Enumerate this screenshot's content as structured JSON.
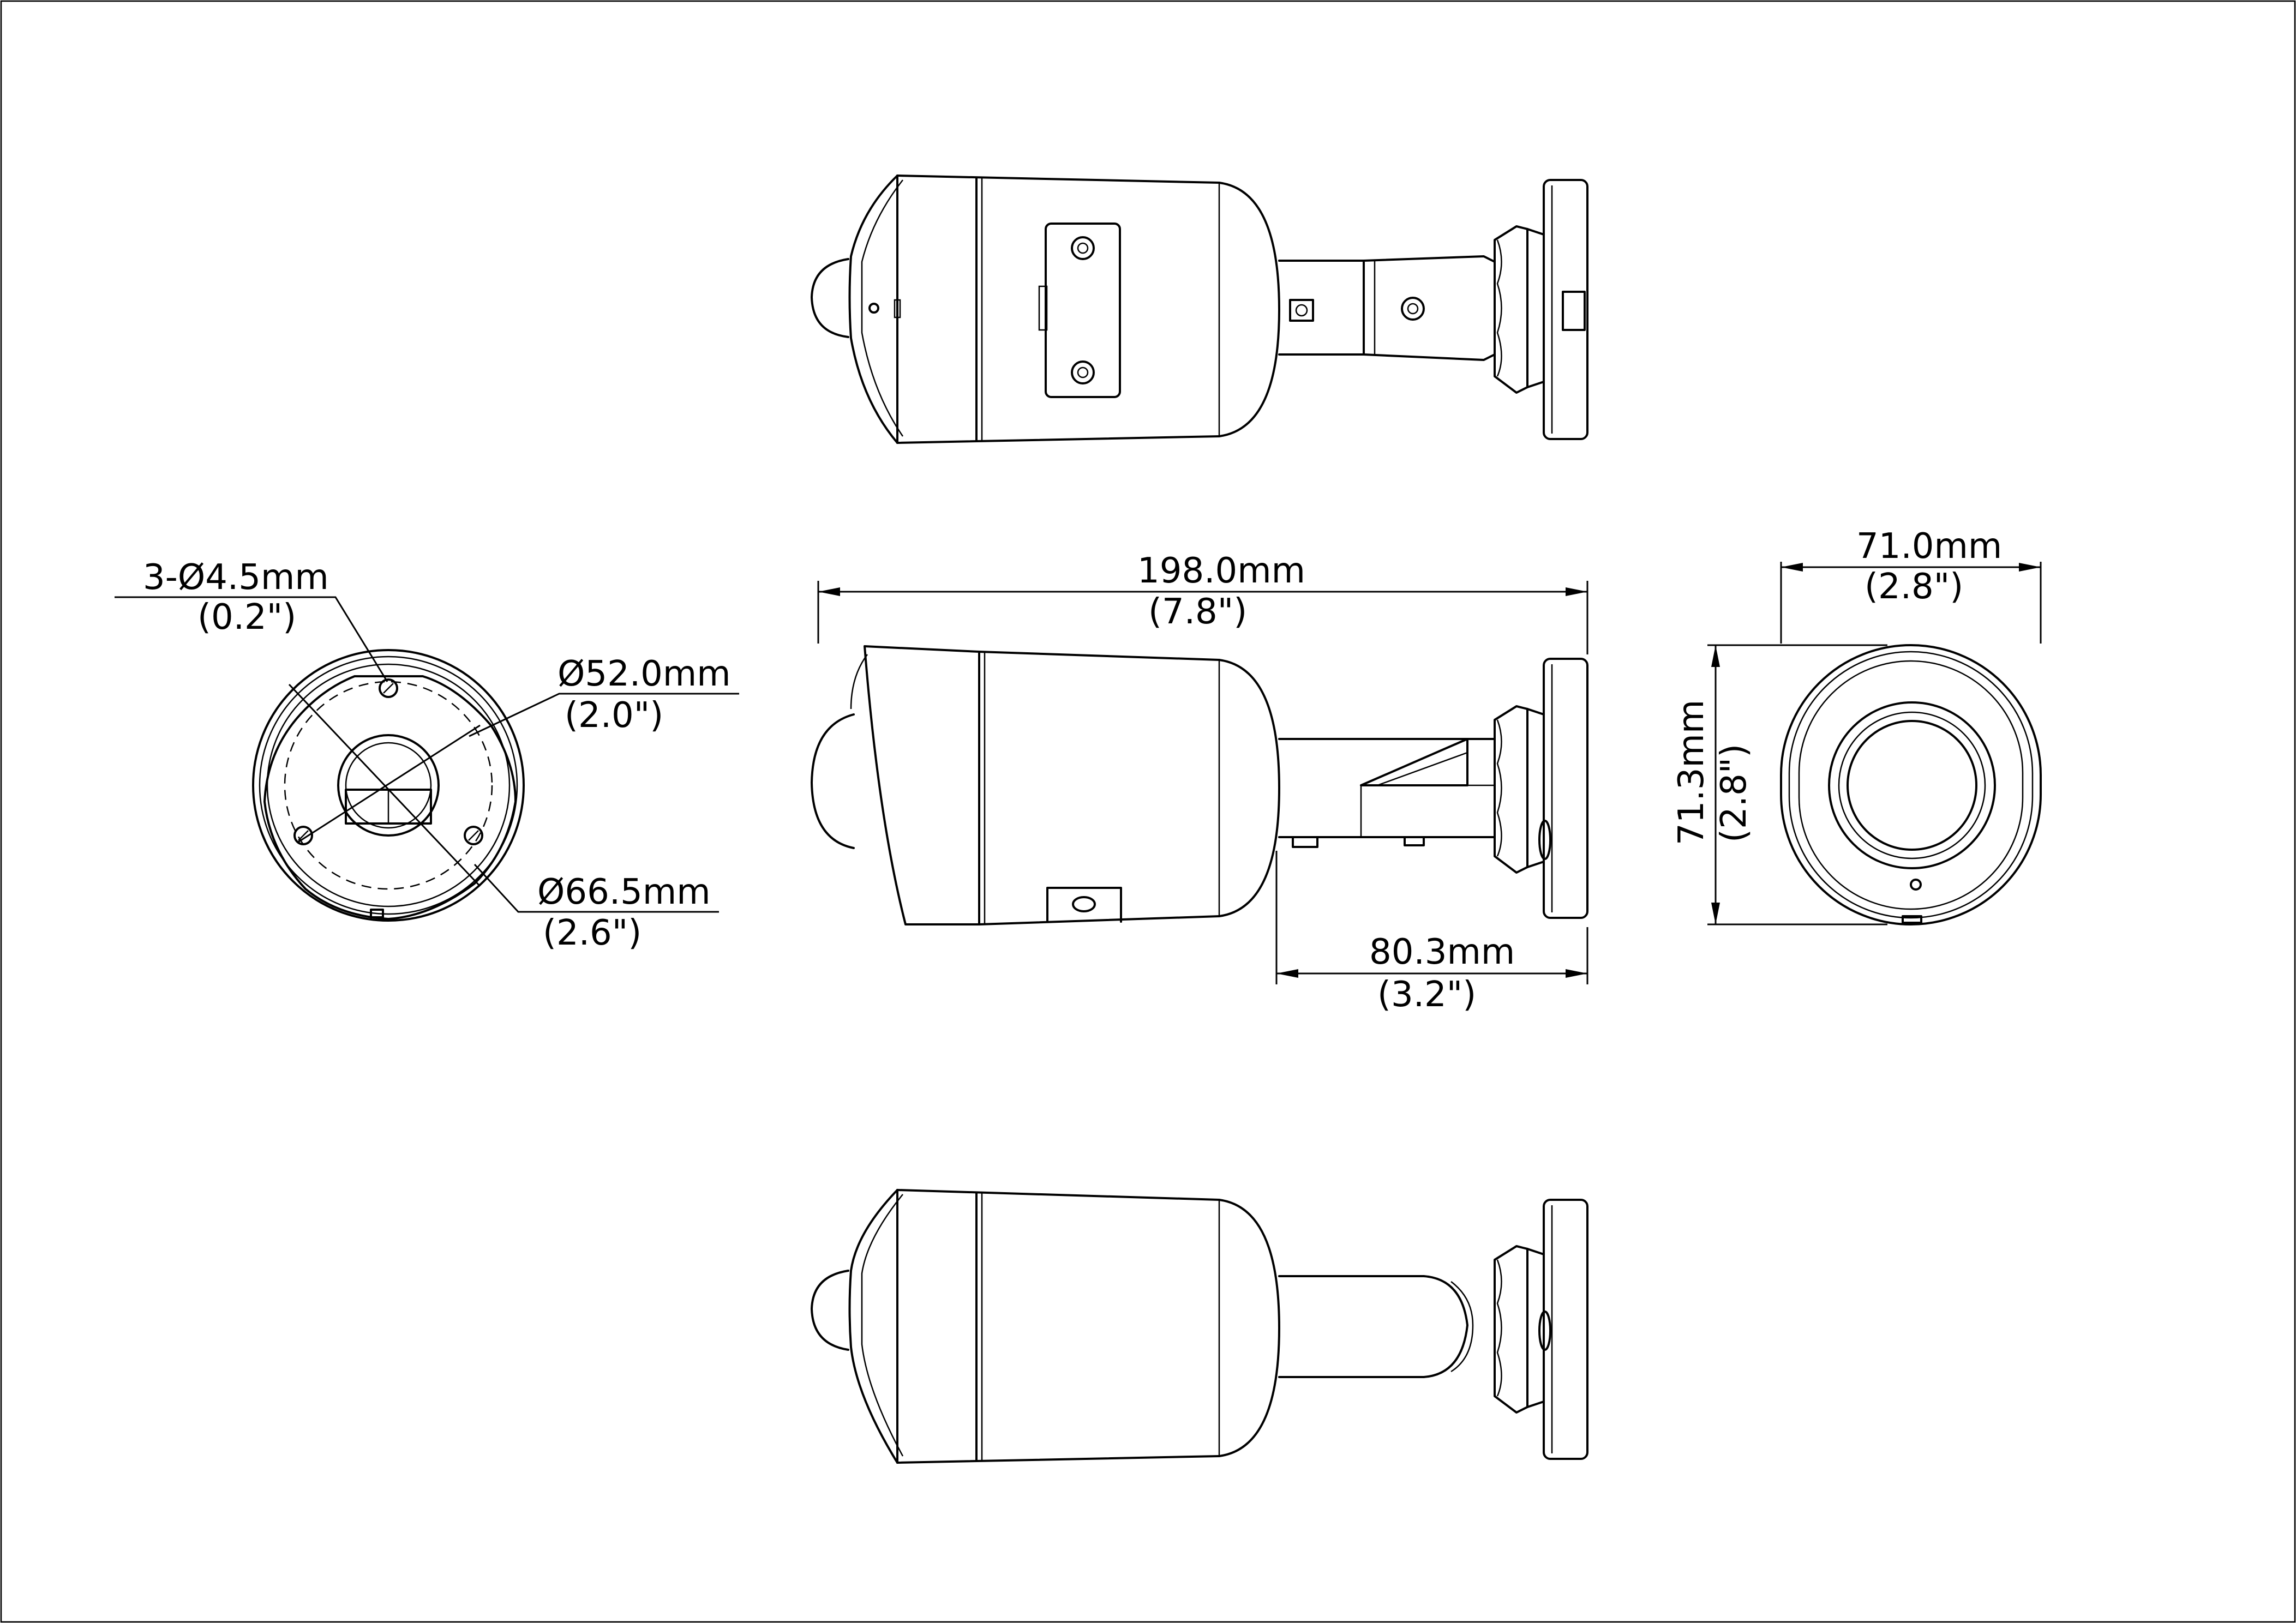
{
  "dimensions": {
    "bracket_holes": {
      "text": "3-Ø4.5mm",
      "inch": "(0.2\")"
    },
    "inner_diameter": {
      "text": "Ø52.0mm",
      "inch": "(2.0\")"
    },
    "outer_diameter": {
      "text": "Ø66.5mm",
      "inch": "(2.6\")"
    },
    "total_length": {
      "text": "198.0mm",
      "inch": "(7.8\")"
    },
    "bracket_length": {
      "text": "80.3mm",
      "inch": "(3.2\")"
    },
    "front_width": {
      "text": "71.0mm",
      "inch": "(2.8\")"
    },
    "front_height": {
      "text": "71.3mm",
      "inch": "(2.8\")"
    }
  },
  "colors": {
    "line": "#000000",
    "background": "#ffffff"
  }
}
